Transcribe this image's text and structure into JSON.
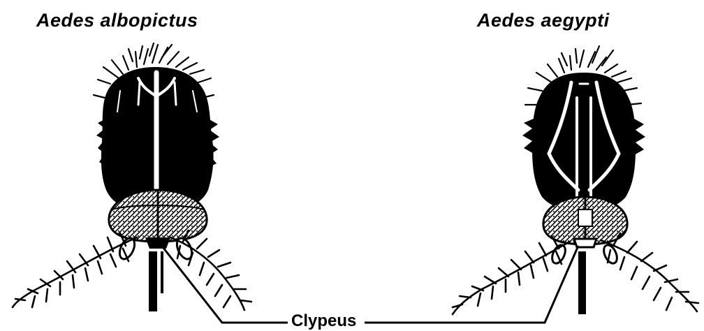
{
  "labels": {
    "left_species": "Aedes albopictus",
    "right_species": "Aedes aegypti",
    "callout": "Clypeus"
  },
  "colors": {
    "ink": "#000000",
    "background": "#ffffff"
  }
}
